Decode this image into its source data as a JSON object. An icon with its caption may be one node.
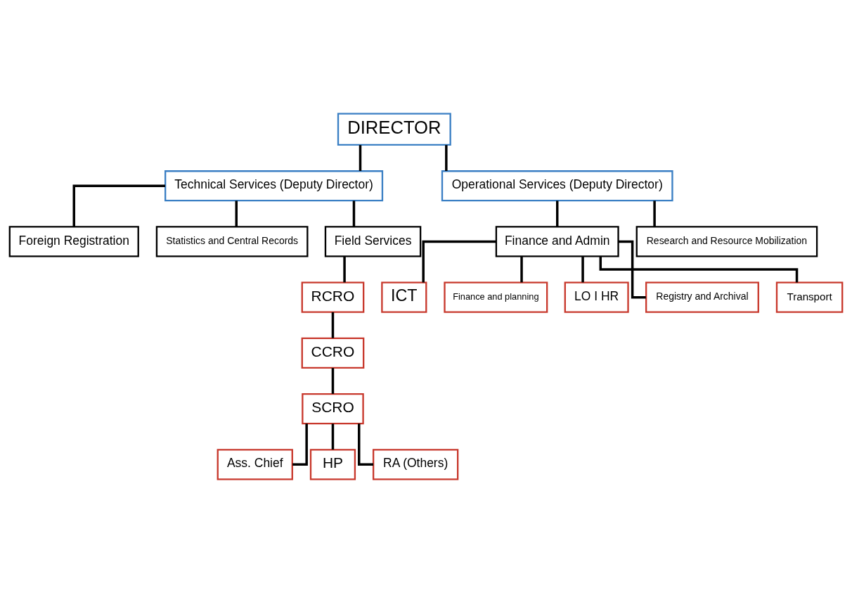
{
  "diagram": {
    "nodes": [
      {
        "text": [
          "DIRECTOR"
        ]
      },
      {
        "text": [
          "Technical Services (Deputy Director)"
        ]
      },
      {
        "text": [
          "Operational Services (Deputy Director)"
        ]
      },
      {
        "text": [
          "Foreign Registration"
        ]
      },
      {
        "text": [
          "Statistics and Central Records"
        ]
      },
      {
        "text": [
          "Field Services"
        ]
      },
      {
        "text": [
          "Finance and Admin"
        ]
      },
      {
        "text": [
          "Research and Resource Mobilization"
        ]
      },
      {
        "text": [
          "RCRO"
        ]
      },
      {
        "text": [
          "CCRO"
        ]
      },
      {
        "text": [
          "SCRO"
        ]
      },
      {
        "text": [
          "ICT"
        ]
      },
      {
        "text": [
          "Finance and planning"
        ]
      },
      {
        "text": [
          "LO I HR"
        ]
      },
      {
        "text": [
          "Registry and Archival"
        ]
      },
      {
        "text": [
          "Transport"
        ]
      },
      {
        "text": [
          "Ass. Chief"
        ]
      },
      {
        "text": [
          "HP"
        ]
      },
      {
        "text": [
          "RA (Others)"
        ]
      }
    ],
    "edges": [
      {
        "from": 0,
        "to": 1,
        "arrow": "none"
      },
      {
        "from": 0,
        "to": 2,
        "arrow": "none"
      },
      {
        "from": 1,
        "to": 3,
        "arrow": "none"
      },
      {
        "from": 1,
        "to": 4,
        "arrow": "none"
      },
      {
        "from": 1,
        "to": 5,
        "arrow": "none"
      },
      {
        "from": 2,
        "to": 6,
        "arrow": "none"
      },
      {
        "from": 2,
        "to": 7,
        "arrow": "none"
      },
      {
        "from": 5,
        "to": 8,
        "arrow": "none"
      },
      {
        "from": 8,
        "to": 9,
        "arrow": "none"
      },
      {
        "from": 9,
        "to": 10,
        "arrow": "none"
      },
      {
        "from": 6,
        "to": 11,
        "arrow": "none"
      },
      {
        "from": 6,
        "to": 12,
        "arrow": "none"
      },
      {
        "from": 6,
        "to": 13,
        "arrow": "none"
      },
      {
        "from": 6,
        "to": 14,
        "arrow": "none"
      },
      {
        "from": 6,
        "to": 15,
        "arrow": "none"
      },
      {
        "from": 10,
        "to": 16,
        "arrow": "none"
      },
      {
        "from": 10,
        "to": 17,
        "arrow": "none"
      },
      {
        "from": 10,
        "to": 18,
        "arrow": "none"
      }
    ]
  }
}
